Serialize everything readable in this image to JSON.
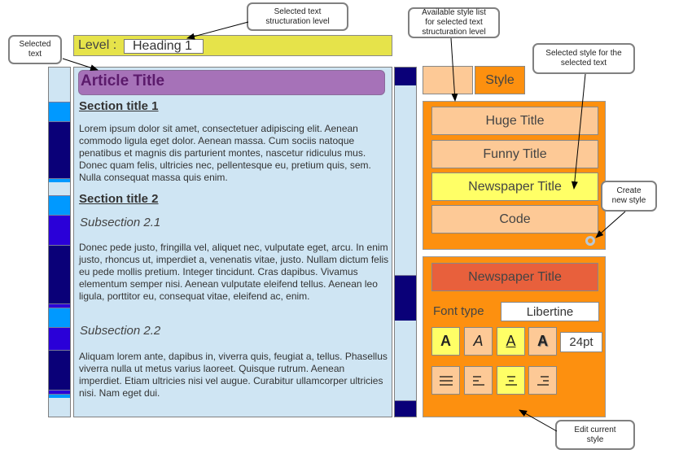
{
  "level": {
    "label": "Level :",
    "value": "Heading 1"
  },
  "callouts": {
    "structuration_level": "Selected text\nstructuration level",
    "selected_text": "Selected\ntext",
    "style_list": "Available style list\nfor selected text\nstructuration level",
    "selected_style": "Selected style for the\nselected text",
    "create_style": "Create\nnew style",
    "edit_style": "Edit current\nstyle"
  },
  "document": {
    "title": "Article Title",
    "section1": "Section title 1",
    "para1": "Lorem ipsum dolor sit amet, consectetuer adipiscing elit. Aenean commodo ligula eget dolor. Aenean massa. Cum sociis natoque penatibus et magnis dis parturient montes, nascetur ridiculus mus. Donec quam felis, ultricies nec, pellentesque eu, pretium quis, sem. Nulla consequat massa quis enim.",
    "section2": "Section title 2",
    "sub21": "Subsection 2.1",
    "para2": "Donec pede justo, fringilla vel, aliquet nec, vulputate eget, arcu. In enim justo, rhoncus ut, imperdiet a, venenatis vitae, justo. Nullam dictum felis eu pede mollis pretium. Integer tincidunt. Cras dapibus. Vivamus elementum semper nisi. Aenean vulputate eleifend tellus. Aenean leo ligula, porttitor eu, consequat vitae, eleifend ac, enim.",
    "sub22": "Subsection 2.2",
    "para3": "Aliquam lorem ante, dapibus in, viverra quis, feugiat a, tellus. Phasellus viverra nulla ut metus varius laoreet. Quisque rutrum. Aenean imperdiet. Etiam ultricies nisi vel augue. Curabitur ullamcorper ultricies nisi. Nam eget dui."
  },
  "tabs": {
    "style": "Style"
  },
  "styles": [
    "Huge Title",
    "Funny Title",
    "Newspaper Title",
    "Code"
  ],
  "selected_style_index": 2,
  "editor": {
    "style_name": "Newspaper Title",
    "font_type_label": "Font type",
    "font_type": "Libertine",
    "format_glyph": "A",
    "size": "24pt",
    "bold_on": true,
    "italic_on": false,
    "underline_on": true,
    "shadow_on": false,
    "alignment": "center"
  },
  "colors": {
    "accent": "#fd900f",
    "light": "#fdc996",
    "selected": "#ffff66",
    "level": "#e6e34a",
    "header": "#e8603c",
    "doc": "#cfe5f3",
    "title": "#a672b8"
  }
}
